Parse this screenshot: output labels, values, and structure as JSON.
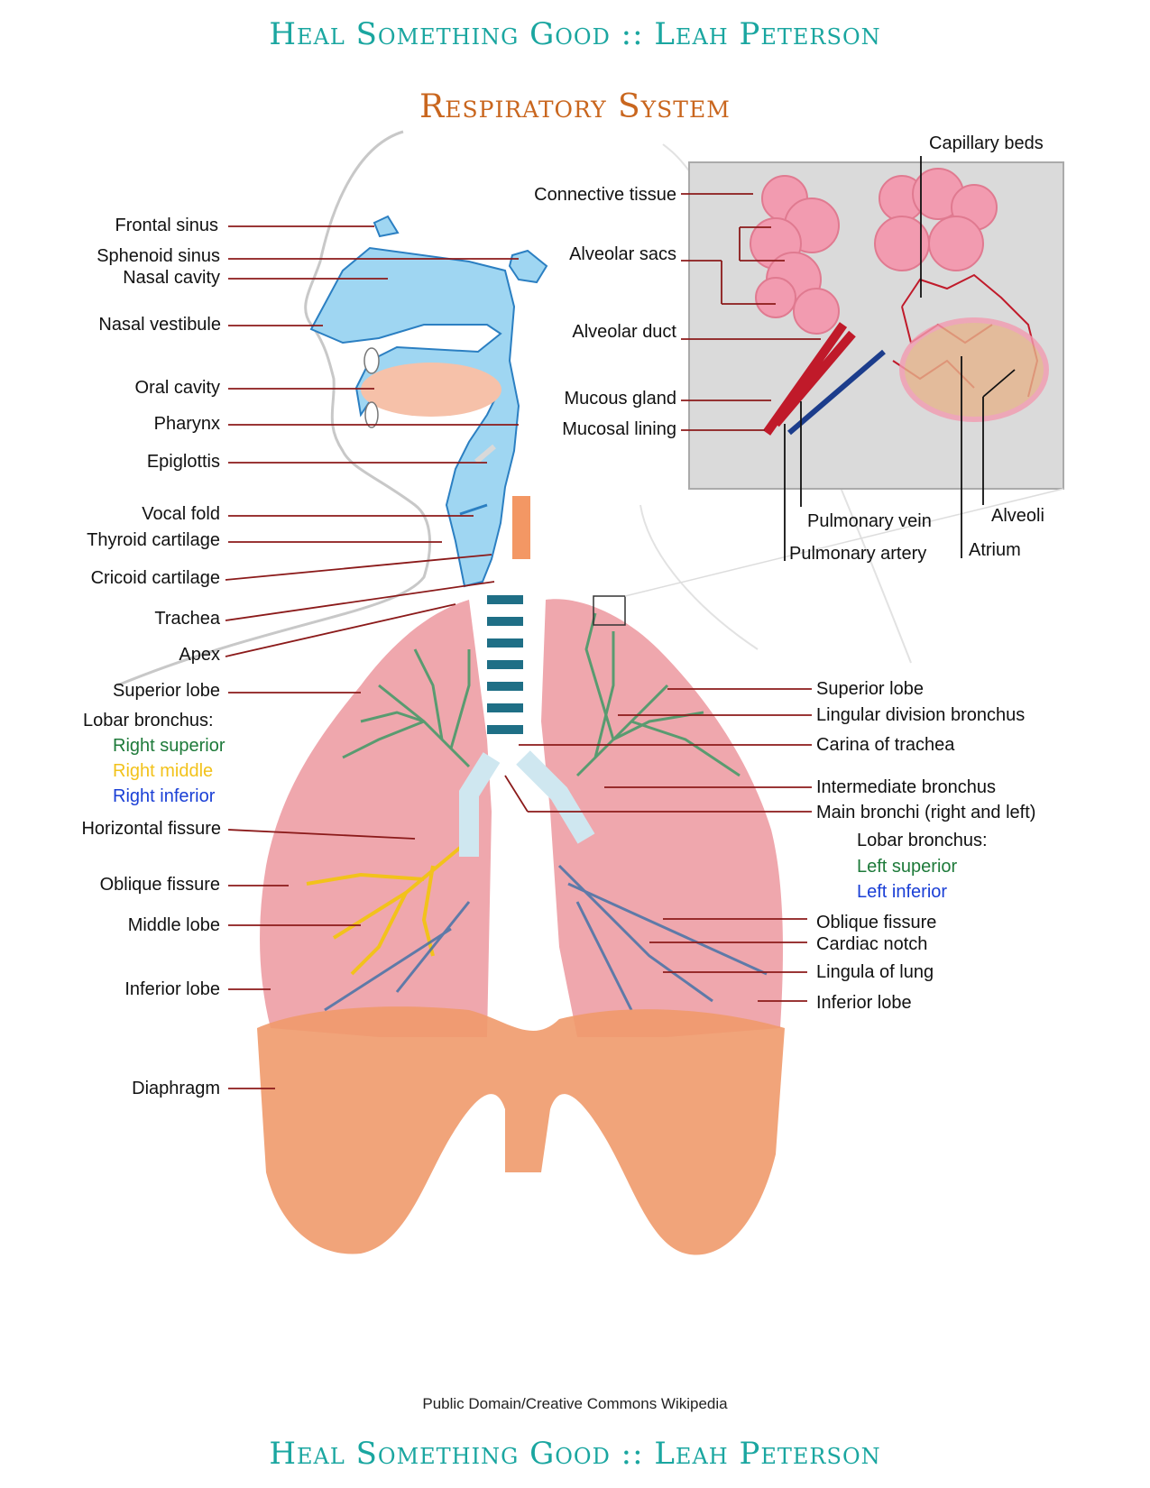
{
  "header": {
    "brand": "Heal Something Good :: Leah Peterson"
  },
  "title": "Respiratory System",
  "credit": "Public Domain/Creative Commons Wikipedia",
  "footer": {
    "brand": "Heal Something Good :: Leah Peterson"
  },
  "labels_left": {
    "frontal_sinus": "Frontal sinus",
    "sphenoid_sinus": "Sphenoid sinus",
    "nasal_cavity": "Nasal cavity",
    "nasal_vestibule": "Nasal vestibule",
    "oral_cavity": "Oral cavity",
    "pharynx": "Pharynx",
    "epiglottis": "Epiglottis",
    "vocal_fold": "Vocal fold",
    "thyroid_cartilage": "Thyroid cartilage",
    "cricoid_cartilage": "Cricoid cartilage",
    "trachea": "Trachea",
    "apex": "Apex",
    "superior_lobe": "Superior lobe",
    "lobar_bronchus": "Lobar bronchus:",
    "right_superior": "Right superior",
    "right_middle": "Right middle",
    "right_inferior": "Right inferior",
    "horizontal_fissure": "Horizontal fissure",
    "oblique_fissure": "Oblique fissure",
    "middle_lobe": "Middle lobe",
    "inferior_lobe": "Inferior lobe",
    "diaphragm": "Diaphragm"
  },
  "labels_right": {
    "superior_lobe": "Superior lobe",
    "lingular_division_bronchus": "Lingular division bronchus",
    "carina_of_trachea": "Carina of trachea",
    "intermediate_bronchus": "Intermediate bronchus",
    "main_bronchi": "Main bronchi (right and left)",
    "lobar_bronchus": "Lobar bronchus:",
    "left_superior": "Left superior",
    "left_inferior": "Left inferior",
    "oblique_fissure": "Oblique fissure",
    "cardiac_notch": "Cardiac notch",
    "lingula_of_lung": "Lingula of lung",
    "inferior_lobe": "Inferior lobe"
  },
  "labels_inset": {
    "capillary_beds": "Capillary beds",
    "connective_tissue": "Connective tissue",
    "alveolar_sacs": "Alveolar sacs",
    "alveolar_duct": "Alveolar duct",
    "mucous_gland": "Mucous gland",
    "mucosal_lining": "Mucosal lining",
    "pulmonary_vein": "Pulmonary vein",
    "pulmonary_artery": "Pulmonary artery",
    "alveoli": "Alveoli",
    "atrium": "Atrium"
  },
  "colors": {
    "brand": "#1aa6a0",
    "title": "#c9661e",
    "airway": "#9fd6f2",
    "lung": "#efa7ad",
    "diaphragm": "#ef9a6c",
    "leader_line": "#8b1a1a",
    "right_superior": "#1e7a3a",
    "right_middle": "#f2c21b",
    "right_inferior": "#1a3fd6"
  }
}
